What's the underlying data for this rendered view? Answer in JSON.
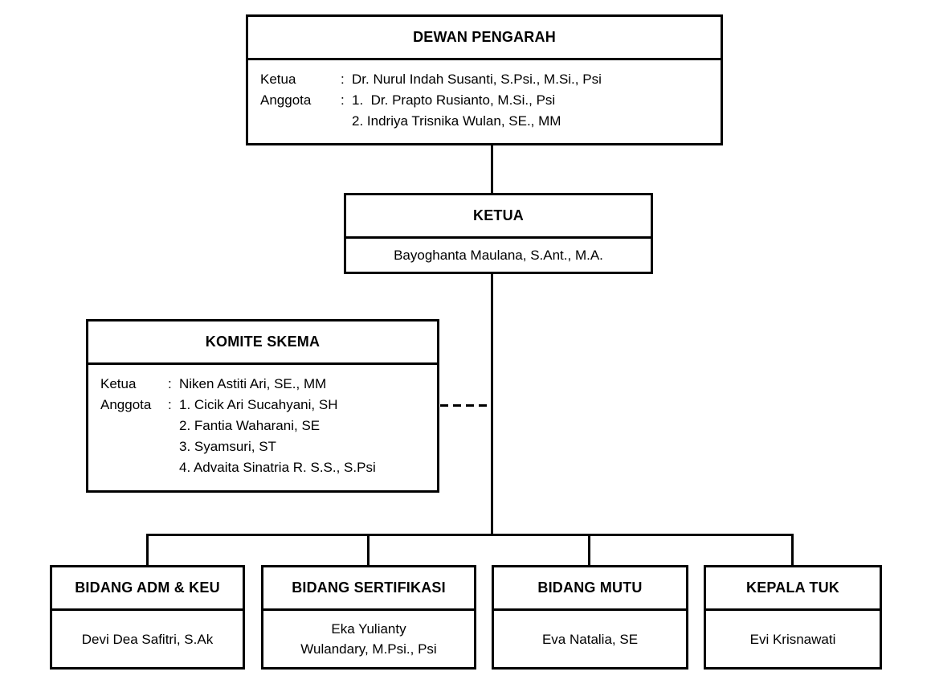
{
  "diagram": {
    "type": "org-chart",
    "colors": {
      "background": "#ffffff",
      "line": "#000000",
      "text": "#000000"
    },
    "nodes": {
      "dewan_pengarah": {
        "header": "DEWAN PENGARAH",
        "rows": [
          {
            "label": "Ketua",
            "colon": ":",
            "text": "Dr. Nurul Indah Susanti, S.Psi., M.Si., Psi"
          },
          {
            "label": "Anggota",
            "colon": ":",
            "text": "1.  Dr. Prapto Rusianto, M.Si., Psi"
          },
          {
            "label": "",
            "colon": "",
            "text": "2. Indriya Trisnika Wulan, SE., MM"
          }
        ]
      },
      "ketua": {
        "header": "KETUA",
        "name": "Bayoghanta Maulana, S.Ant., M.A."
      },
      "komite_skema": {
        "header": "KOMITE SKEMA",
        "rows": [
          {
            "label": "Ketua",
            "colon": ":",
            "text": "Niken Astiti Ari, SE., MM"
          },
          {
            "label": "Anggota",
            "colon": ":",
            "text": "1. Cicik Ari Sucahyani, SH"
          },
          {
            "label": "",
            "colon": "",
            "text": "2. Fantia Waharani, SE"
          },
          {
            "label": "",
            "colon": "",
            "text": "3. Syamsuri, ST"
          },
          {
            "label": "",
            "colon": "",
            "text": "4. Advaita Sinatria R. S.S., S.Psi"
          }
        ]
      },
      "bidang_adm_keu": {
        "header": "BIDANG ADM & KEU",
        "name": "Devi Dea Safitri, S.Ak"
      },
      "bidang_sertifikasi": {
        "header": "BIDANG SERTIFIKASI",
        "name": "Eka Yulianty\nWulandary, M.Psi., Psi"
      },
      "bidang_mutu": {
        "header": "BIDANG MUTU",
        "name": "Eva Natalia, SE"
      },
      "kepala_tuk": {
        "header": "KEPALA TUK",
        "name": "Evi Krisnawati"
      }
    }
  }
}
